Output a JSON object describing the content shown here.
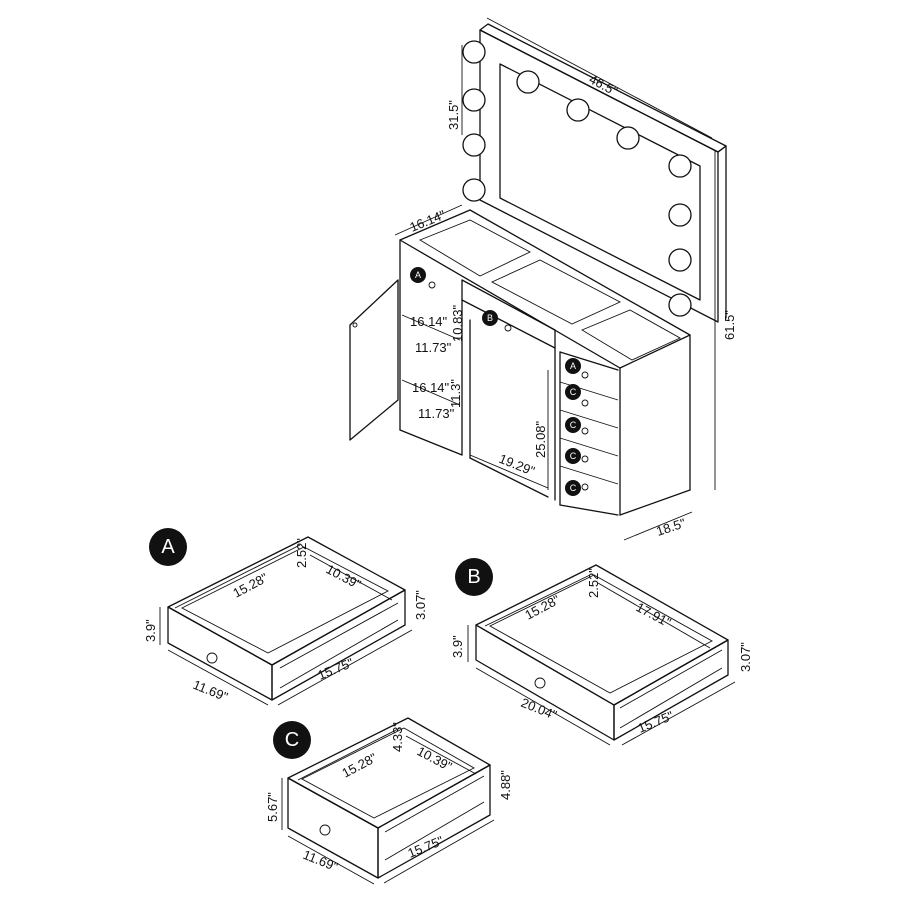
{
  "vanity": {
    "mirror_width": "46.5\"",
    "mirror_height": "31.5\"",
    "depth_top": "16.14\"",
    "total_height": "61.5\"",
    "depth_side": "18.5\"",
    "shelf_depth_1": "16.14\"",
    "shelf_height_1": "10.83\"",
    "shelf_width_1": "11.73\"",
    "shelf_depth_2": "16.14\"",
    "shelf_height_2": "11.3\"",
    "shelf_width_2": "11.73\"",
    "knee_height": "25.08\"",
    "knee_width": "19.29\"",
    "label_a": "A",
    "label_b": "B",
    "label_c": "C"
  },
  "drawer_a": {
    "badge": "A",
    "inner_depth": "15.28\"",
    "inner_width": "10.39\"",
    "inner_height": "2.52\"",
    "side_height": "3.07\"",
    "front_height": "3.9\"",
    "front_width": "11.69\"",
    "outer_depth": "15.75\""
  },
  "drawer_b": {
    "badge": "B",
    "inner_depth": "15.28\"",
    "inner_width": "17.91\"",
    "inner_height": "2.52\"",
    "side_height": "3.07\"",
    "front_height": "3.9\"",
    "front_width": "20.04\"",
    "outer_depth": "15.75\""
  },
  "drawer_c": {
    "badge": "C",
    "inner_depth": "15.28\"",
    "inner_width": "10.39\"",
    "inner_height": "4.33\"",
    "side_height": "4.88\"",
    "front_height": "5.67\"",
    "front_width": "11.69\"",
    "outer_depth": "15.75\""
  },
  "style": {
    "ink": "#111111",
    "background": "#ffffff"
  }
}
